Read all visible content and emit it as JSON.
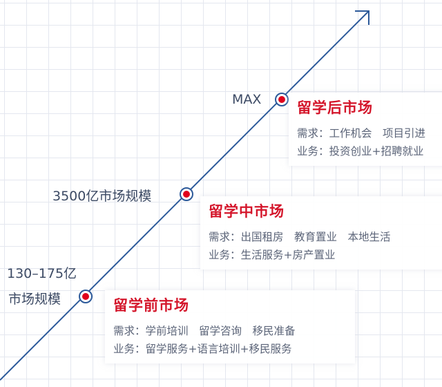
{
  "colors": {
    "axis": "#2c5a9a",
    "accent": "#d4152a",
    "dot": "#e0001b",
    "grid": "#e4e7ef"
  },
  "markers": {
    "max": "MAX",
    "mid": "3500亿市场规模",
    "low_line1": "130–175亿",
    "low_line2": "市场规模"
  },
  "stages": {
    "post": {
      "title": "留学后市场",
      "demand": "需求：工作机会　项目引进",
      "business": "业务：投资创业+招聘就业"
    },
    "during": {
      "title": "留学中市场",
      "demand": "需求：出国租房　教育置业　本地生活",
      "business": "业务：生活服务+房产置业"
    },
    "pre": {
      "title": "留学前市场",
      "demand": "需求：学前培训　留学咨询　移民准备",
      "business": "业务：留学服务+语言培训+移民服务"
    }
  }
}
